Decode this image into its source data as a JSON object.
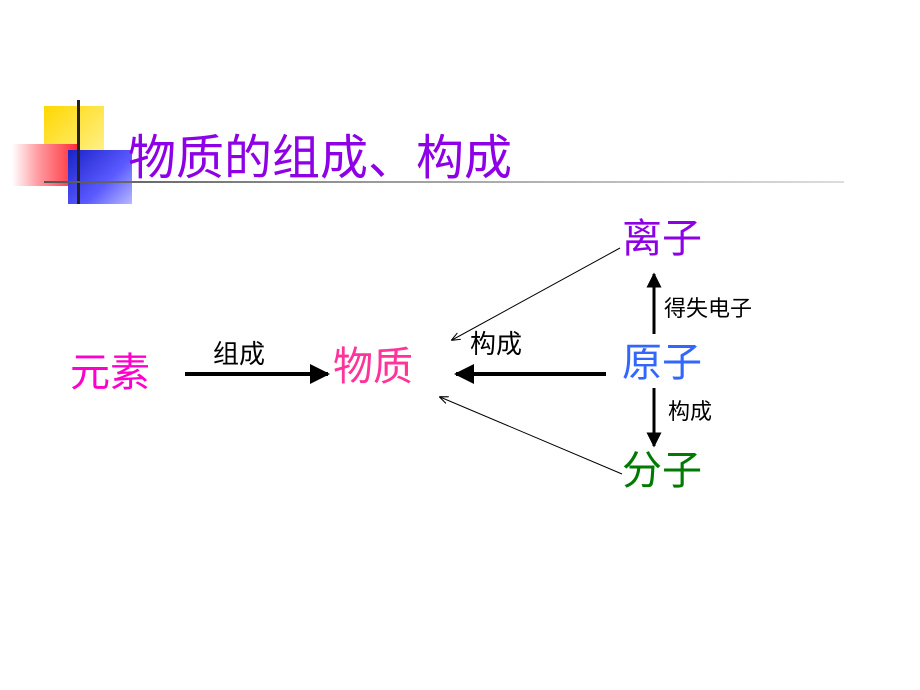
{
  "slide": {
    "title": "物质的组成、构成",
    "colors": {
      "title": "#8e00e6",
      "element": "#ff00cc",
      "matter": "#ff3399",
      "ion": "#8e00e6",
      "atom": "#3366ff",
      "molecule": "#007a00"
    }
  },
  "diagram": {
    "nodes": {
      "element": "元素",
      "matter": "物质",
      "ion": "离子",
      "atom": "原子",
      "molecule": "分子"
    },
    "edge_labels": {
      "compose": "组成",
      "constitute": "构成",
      "gain_lose_electrons": "得失电子",
      "atom_to_molecule": "构成"
    }
  }
}
